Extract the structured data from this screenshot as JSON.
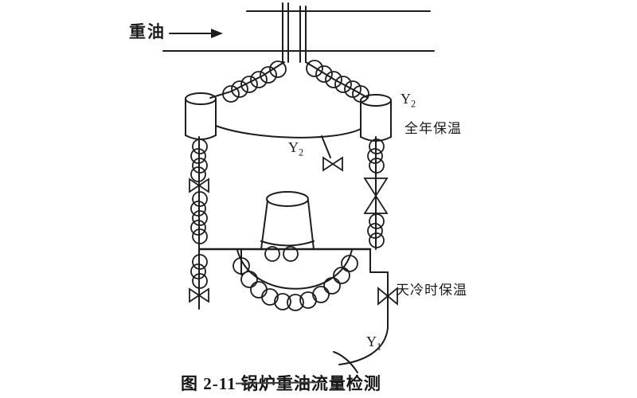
{
  "figure": {
    "inlet_label": "重油",
    "caption": "图 2-11  锅炉重油流量检测",
    "labels": {
      "tap_top_right": {
        "base": "Y",
        "sub": "2"
      },
      "tap_mid": {
        "base": "Y",
        "sub": "2"
      },
      "tap_bottom": {
        "base": "Y",
        "sub": "1"
      },
      "insulation_all_year": "全年保温",
      "insulation_cold_weather": "天冷时保温"
    }
  }
}
